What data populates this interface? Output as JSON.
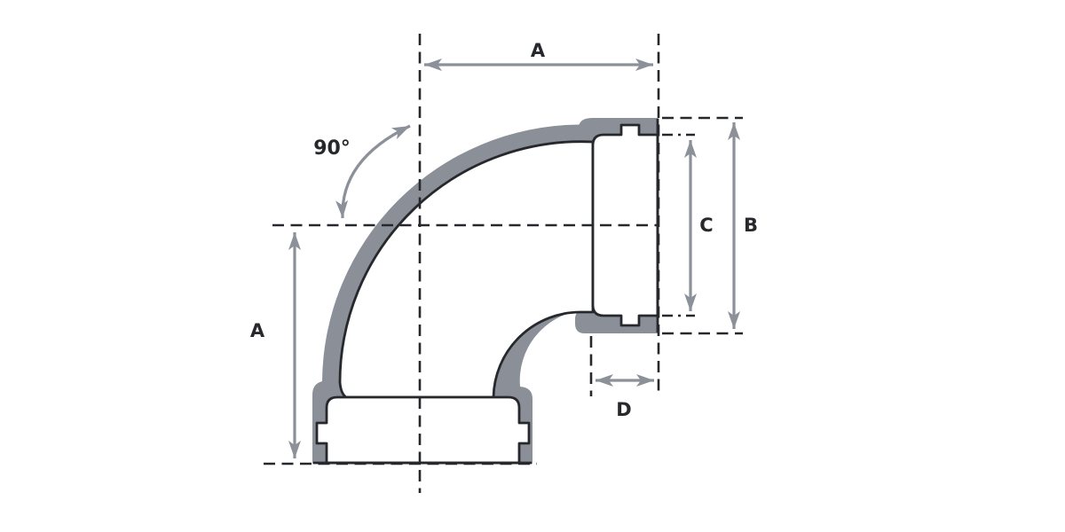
{
  "figure": {
    "name": "90-degree elbow pipe fitting dimension diagram",
    "angle_label": "90°",
    "labels": {
      "a_top": "A",
      "a_left": "A",
      "b": "B",
      "c": "C",
      "d": "D"
    },
    "colors": {
      "body_fill": "#8a8f98",
      "outline": "#26282c",
      "arrow": "#8b9099",
      "dashed_line": "#26282c",
      "cavity_fill": "#ffffff",
      "background": "#ffffff"
    }
  }
}
